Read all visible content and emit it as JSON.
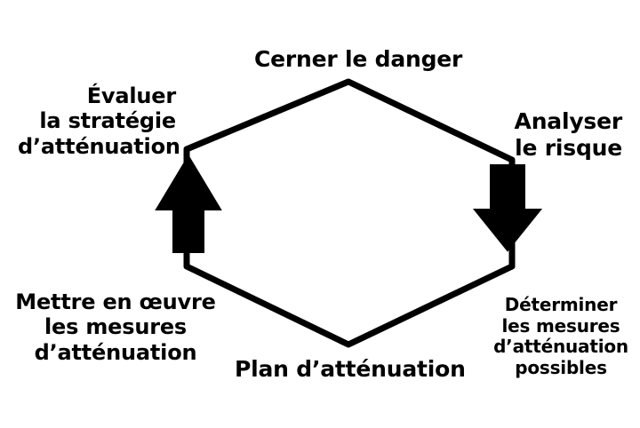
{
  "diagram": {
    "nodes": {
      "top": {
        "text": "Cerner le danger"
      },
      "top_right": {
        "line1": "Analyser",
        "line2": "le risque"
      },
      "bottom_right": {
        "line1": "Déterminer",
        "line2": "les mesures",
        "line3": "d’atténuation",
        "line4": "possibles"
      },
      "bottom": {
        "text": "Plan d’atténuation"
      },
      "bottom_left": {
        "line1": "Mettre en œuvre",
        "line2": "les mesures",
        "line3": "d’atténuation"
      },
      "top_left": {
        "line1": "Évaluer",
        "line2": "la stratégie",
        "line3": "d’atténuation"
      }
    },
    "arrows": [
      {
        "side": "right",
        "direction": "down"
      },
      {
        "side": "left",
        "direction": "up"
      }
    ],
    "colors": {
      "line": "#000000",
      "text": "#000000",
      "background": "#ffffff"
    }
  }
}
